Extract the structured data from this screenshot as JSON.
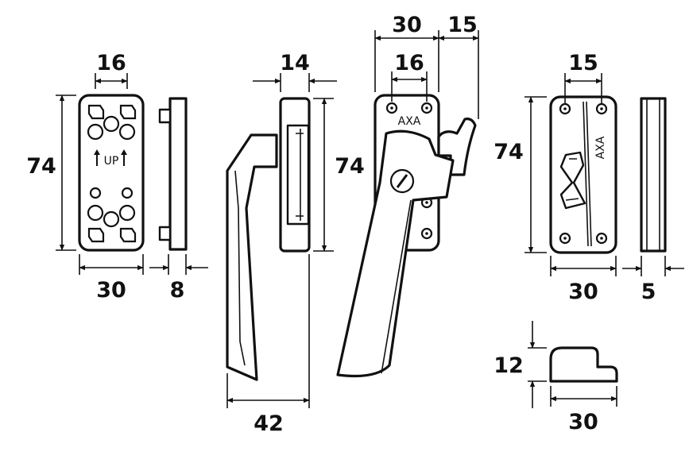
{
  "colors": {
    "ink": "#111111",
    "paper": "#ffffff"
  },
  "dimensions": {
    "backplate_width_top": "16",
    "backplate_height": "74",
    "backplate_width": "30",
    "backplate_thickness": "8",
    "handle_side_depth": "14",
    "handle_side_height": "74",
    "handle_reach": "42",
    "front_width": "30",
    "front_hole_spacing": "16",
    "front_hook_offset": "15",
    "keeper_width_top": "15",
    "keeper_height": "74",
    "keeper_width": "30",
    "keeper_thickness": "5",
    "wedge_height": "12",
    "wedge_width": "30"
  },
  "labels": {
    "up_marking": "UP",
    "brand_handle": "AXA",
    "brand_keeper": "AXA"
  }
}
